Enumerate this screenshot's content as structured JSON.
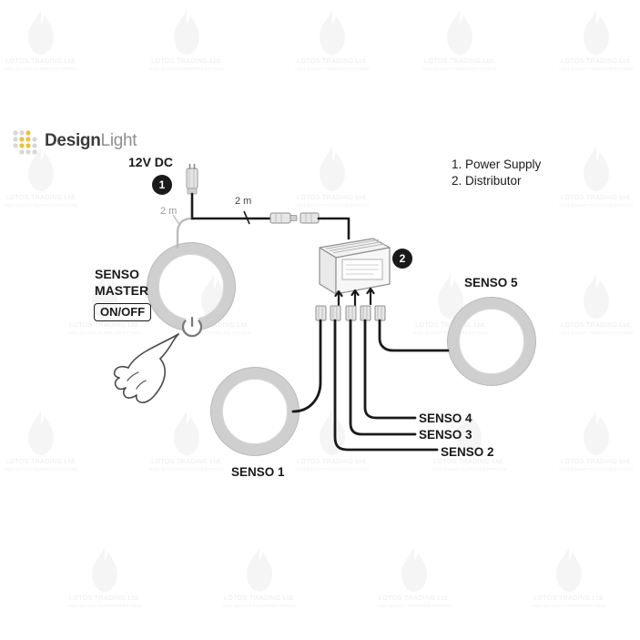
{
  "brand": {
    "logo_name_part1": "Design",
    "logo_name_part2": "Light",
    "logo_icon": "dot-grid-icon"
  },
  "watermark": {
    "text": "LOTOS TRADING Ltd.",
    "subtext": "HIGH QUALITY FURNITURE FITTINGS",
    "icon": "flame-icon"
  },
  "diagram": {
    "title_labels": {
      "voltage": "12V DC",
      "cable_length_left": "2 m",
      "cable_length_right": "2 m"
    },
    "legend": [
      "1. Power Supply",
      "2. Distributor"
    ],
    "badges": [
      {
        "number": "1",
        "refers_to": "Power Supply"
      },
      {
        "number": "2",
        "refers_to": "Distributor"
      }
    ],
    "master_unit": {
      "line1": "SENSO",
      "line2": "MASTER",
      "switch_label": "ON/OFF",
      "touch_icon": "power-touch-icon",
      "hand_icon": "hand-pointing-icon"
    },
    "lamps": [
      {
        "id": "senso1",
        "label": "SENSO 1"
      },
      {
        "id": "senso2",
        "label": "SENSO 2"
      },
      {
        "id": "senso3",
        "label": "SENSO 3"
      },
      {
        "id": "senso4",
        "label": "SENSO 4"
      },
      {
        "id": "senso5",
        "label": "SENSO 5"
      }
    ],
    "components": {
      "distributor_name": "distributor-box",
      "power_supply_name": "power-supply-brick",
      "connector_name": "cable-connector"
    },
    "colors": {
      "line": "#1a1a1a",
      "lamp_ring": "#cfcfcf",
      "lamp_ring_inner": "#e8e8e8",
      "badge_bg": "#1a1a1a",
      "badge_text": "#ffffff",
      "muted_text": "#9a9a9a",
      "logo_dark": "#3b3b3b",
      "logo_light": "#8f8f8f",
      "logo_accent": "#e8c33a"
    }
  }
}
